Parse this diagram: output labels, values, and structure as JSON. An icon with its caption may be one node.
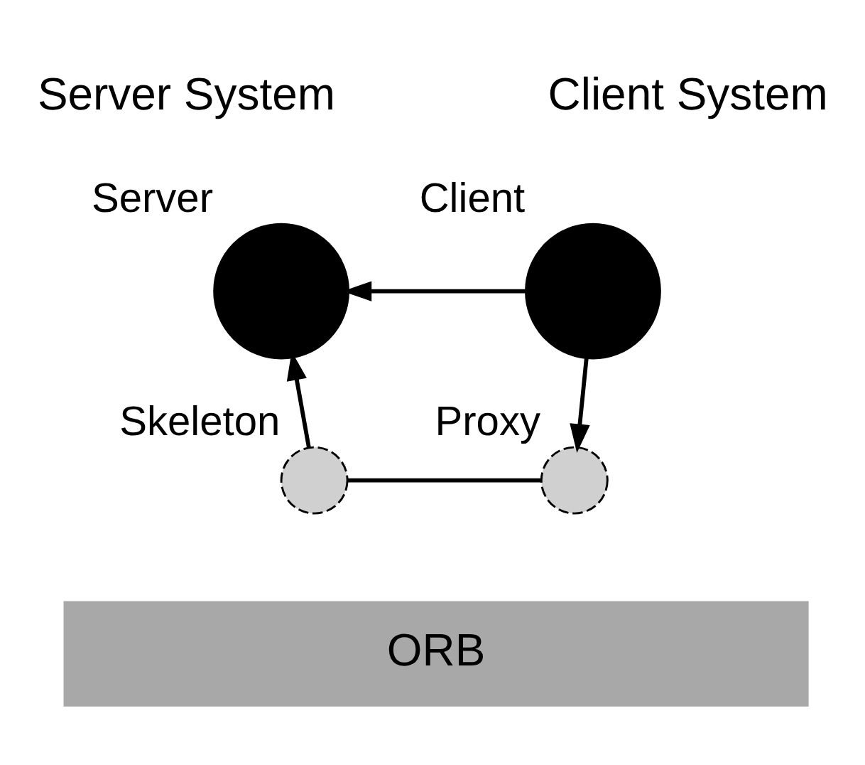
{
  "diagram": {
    "nodes": [
      {
        "text": [
          "Server"
        ]
      },
      {
        "text": [
          "Client"
        ]
      },
      {
        "text": [
          "Skeleton"
        ]
      },
      {
        "text": [
          "Proxy"
        ]
      },
      {
        "text": [
          "ORB"
        ]
      }
    ],
    "edges": [
      {
        "from": 1,
        "to": 0,
        "arrow": "to"
      },
      {
        "from": 1,
        "to": 3,
        "arrow": "to"
      },
      {
        "from": 2,
        "to": 0,
        "arrow": "to"
      },
      {
        "from": 3,
        "to": 2,
        "arrow": "none"
      }
    ],
    "labels": [
      "Server System",
      "Client System"
    ]
  }
}
